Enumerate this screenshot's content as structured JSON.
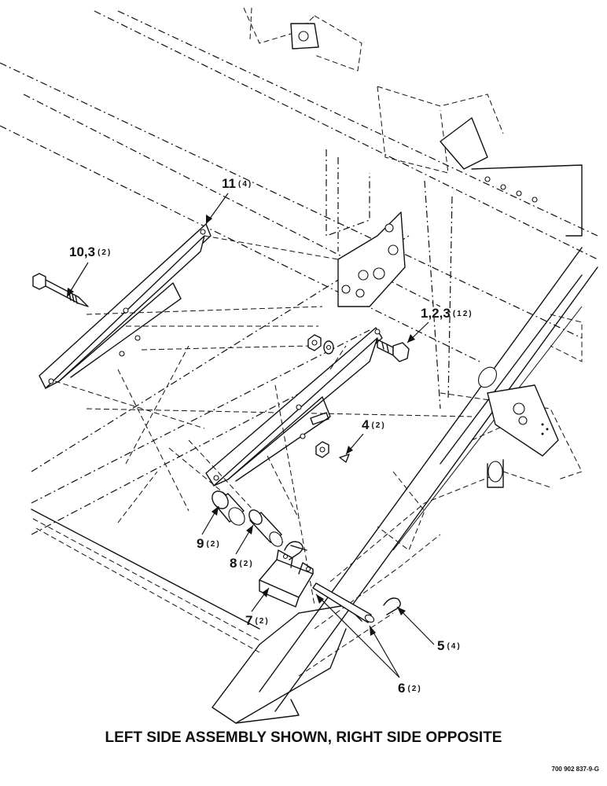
{
  "callouts": [
    {
      "id": "11",
      "label": "11",
      "qty": "(4)"
    },
    {
      "id": "10",
      "label": "10,3",
      "qty": "(2)"
    },
    {
      "id": "1",
      "label": "1,2,3",
      "qty": "(12)"
    },
    {
      "id": "4",
      "label": "4",
      "qty": "(2)"
    },
    {
      "id": "9",
      "label": "9",
      "qty": "(2)"
    },
    {
      "id": "8",
      "label": "8",
      "qty": "(2)"
    },
    {
      "id": "7",
      "label": "7",
      "qty": "(2)"
    },
    {
      "id": "5",
      "label": "5",
      "qty": "(4)"
    },
    {
      "id": "6",
      "label": "6",
      "qty": "(2)"
    }
  ],
  "caption": "LEFT SIDE ASSEMBLY SHOWN, RIGHT SIDE OPPOSITE",
  "drawing_number": "700 902 837-9-G"
}
